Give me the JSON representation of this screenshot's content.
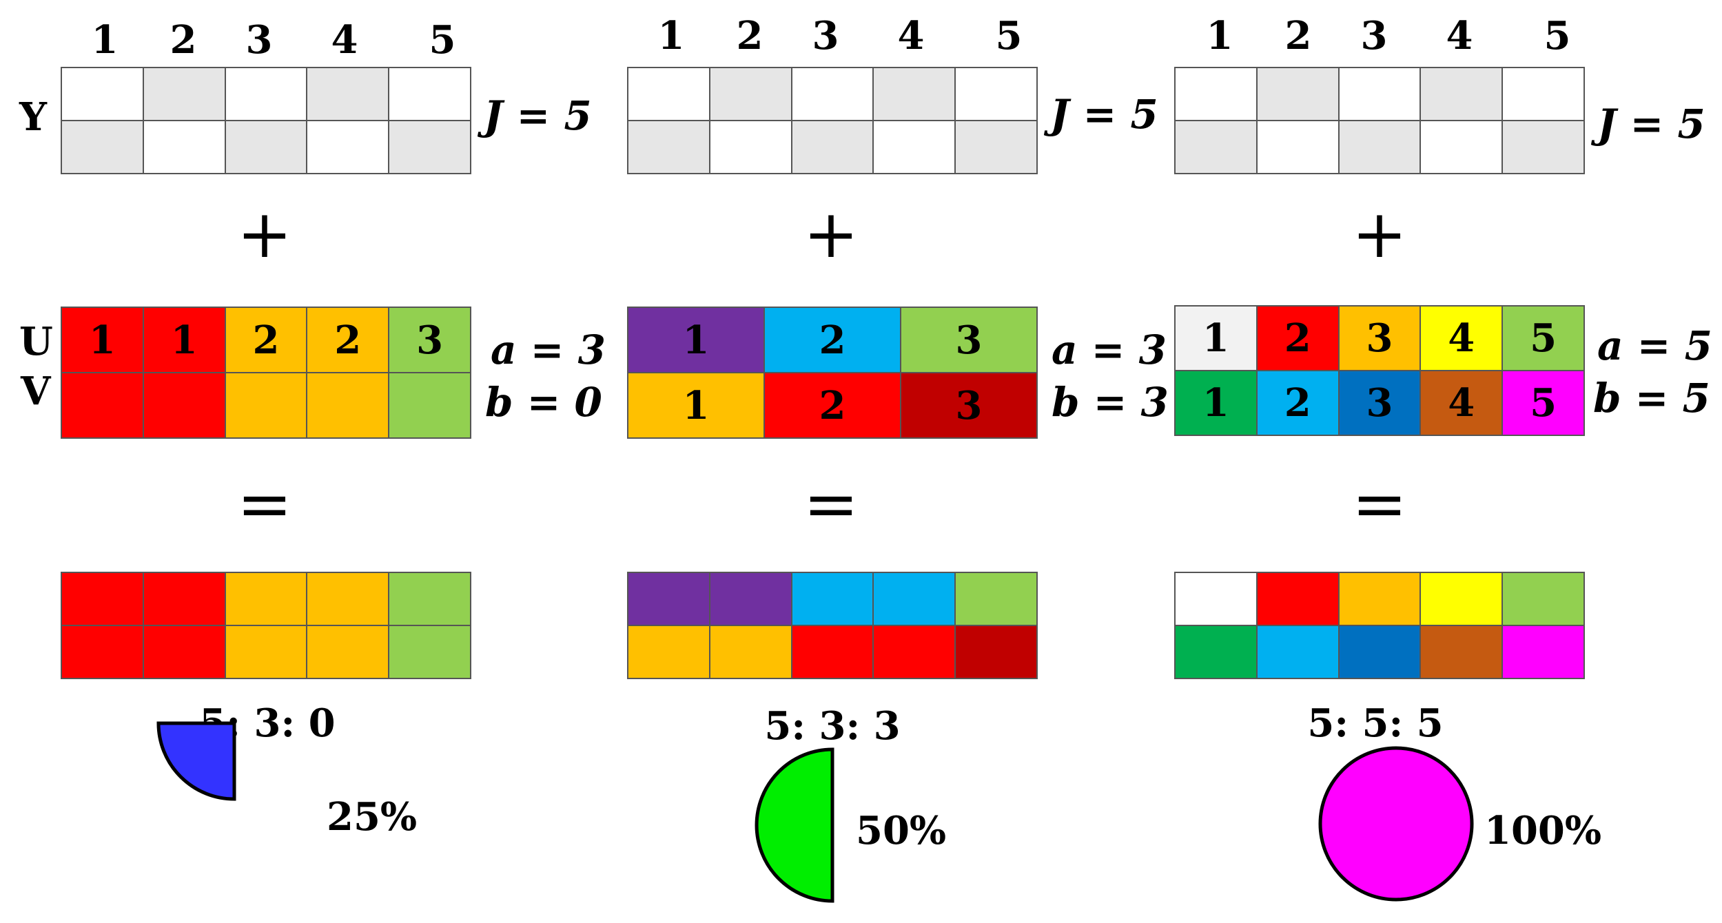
{
  "colors": {
    "gray": "#e6e6e6",
    "white": "#ffffff",
    "red": "#ff0000",
    "orange": "#ffc000",
    "green": "#92d050",
    "purple": "#7030a0",
    "skyblue": "#00b0f0",
    "darkred": "#c00000",
    "lightgray": "#f2f2f2",
    "yellow": "#ffff00",
    "darkgreen": "#00b050",
    "blue": "#0070c0",
    "brown": "#c55a11",
    "magenta": "#ff00ff",
    "pieblue": "#3333ff",
    "piegreen": "#00ee00"
  },
  "labels": {
    "y": "Y",
    "u": "U",
    "v": "V",
    "plus": "+",
    "equals": "="
  },
  "panels": [
    {
      "columns": [
        "1",
        "2",
        "3",
        "4",
        "5"
      ],
      "j_label": "J = 5",
      "y_cells": [
        "gray-pattern"
      ],
      "uv": {
        "cols": 5,
        "u_row": [
          {
            "text": "1",
            "color": "#ff0000",
            "span": 1
          },
          {
            "text": "1",
            "color": "#ff0000",
            "span": 1
          },
          {
            "text": "2",
            "color": "#ffc000",
            "span": 1
          },
          {
            "text": "2",
            "color": "#ffc000",
            "span": 1
          },
          {
            "text": "3",
            "color": "#92d050",
            "span": 1
          }
        ],
        "v_row": [
          {
            "text": "",
            "color": "#ff0000",
            "span": 1
          },
          {
            "text": "",
            "color": "#ff0000",
            "span": 1
          },
          {
            "text": "",
            "color": "#ffc000",
            "span": 1
          },
          {
            "text": "",
            "color": "#ffc000",
            "span": 1
          },
          {
            "text": "",
            "color": "#92d050",
            "span": 1
          }
        ]
      },
      "a_label": "a = 3",
      "b_label": "b = 0",
      "result_top": [
        "#ff0000",
        "#ff0000",
        "#ffc000",
        "#ffc000",
        "#92d050"
      ],
      "result_bottom": [
        "#ff0000",
        "#ff0000",
        "#ffc000",
        "#ffc000",
        "#92d050"
      ],
      "ratio": "5: 3: 0",
      "percent": "25%",
      "fill": 0.25,
      "pie_color": "#3333ff"
    },
    {
      "columns": [
        "1",
        "2",
        "3",
        "4",
        "5"
      ],
      "j_label": "J = 5",
      "uv": {
        "cols": 6,
        "u_row": [
          {
            "text": "1",
            "color": "#7030a0",
            "span": 2
          },
          {
            "text": "2",
            "color": "#00b0f0",
            "span": 2
          },
          {
            "text": "3",
            "color": "#92d050",
            "span": 2
          }
        ],
        "v_row": [
          {
            "text": "1",
            "color": "#ffc000",
            "span": 2
          },
          {
            "text": "2",
            "color": "#ff0000",
            "span": 2
          },
          {
            "text": "3",
            "color": "#c00000",
            "span": 2
          }
        ]
      },
      "a_label": "a = 3",
      "b_label": "b = 3",
      "result_top": [
        "#7030a0",
        "#7030a0",
        "#00b0f0",
        "#00b0f0",
        "#92d050"
      ],
      "result_bottom": [
        "#ffc000",
        "#ffc000",
        "#ff0000",
        "#ff0000",
        "#c00000"
      ],
      "ratio": "5: 3: 3",
      "percent": "50%",
      "fill": 0.5,
      "pie_color": "#00ee00"
    },
    {
      "columns": [
        "1",
        "2",
        "3",
        "4",
        "5"
      ],
      "j_label": "J = 5",
      "uv": {
        "cols": 5,
        "u_row": [
          {
            "text": "1",
            "color": "#f2f2f2",
            "span": 1
          },
          {
            "text": "2",
            "color": "#ff0000",
            "span": 1
          },
          {
            "text": "3",
            "color": "#ffc000",
            "span": 1
          },
          {
            "text": "4",
            "color": "#ffff00",
            "span": 1
          },
          {
            "text": "5",
            "color": "#92d050",
            "span": 1
          }
        ],
        "v_row": [
          {
            "text": "1",
            "color": "#00b050",
            "span": 1
          },
          {
            "text": "2",
            "color": "#00b0f0",
            "span": 1
          },
          {
            "text": "3",
            "color": "#0070c0",
            "span": 1
          },
          {
            "text": "4",
            "color": "#c55a11",
            "span": 1
          },
          {
            "text": "5",
            "color": "#ff00ff",
            "span": 1
          }
        ]
      },
      "a_label": "a = 5",
      "b_label": "b = 5",
      "result_top": [
        "#ffffff",
        "#ff0000",
        "#ffc000",
        "#ffff00",
        "#92d050"
      ],
      "result_bottom": [
        "#00b050",
        "#00b0f0",
        "#0070c0",
        "#c55a11",
        "#ff00ff"
      ],
      "ratio": "5: 5: 5",
      "percent": "100%",
      "fill": 1.0,
      "pie_color": "#ff00ff"
    }
  ]
}
